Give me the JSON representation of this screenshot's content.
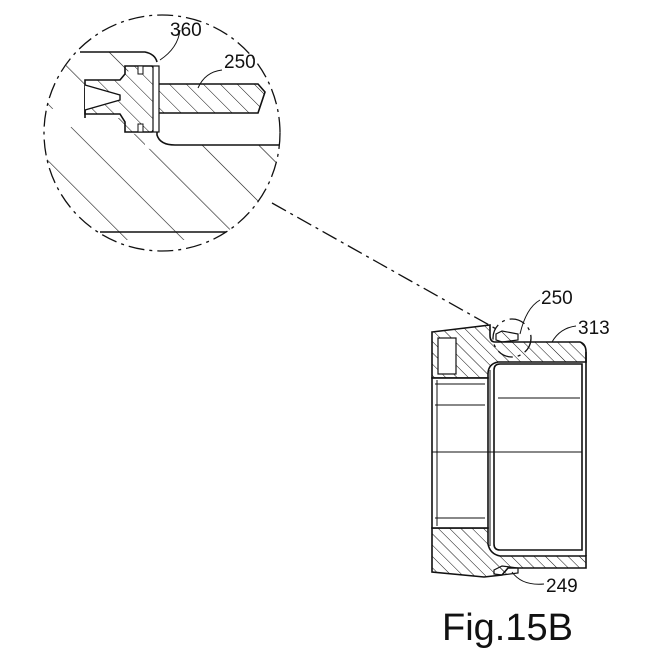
{
  "figure": {
    "title": "Fig.15B"
  },
  "detail_view": {
    "labels": [
      {
        "id": "360",
        "text": "360"
      },
      {
        "id": "250",
        "text": "250"
      }
    ]
  },
  "main_view": {
    "labels": [
      {
        "id": "250",
        "text": "250"
      },
      {
        "id": "313",
        "text": "313"
      },
      {
        "id": "249",
        "text": "249"
      }
    ]
  },
  "colors": {
    "ink": "#111111",
    "paper": "#ffffff"
  }
}
